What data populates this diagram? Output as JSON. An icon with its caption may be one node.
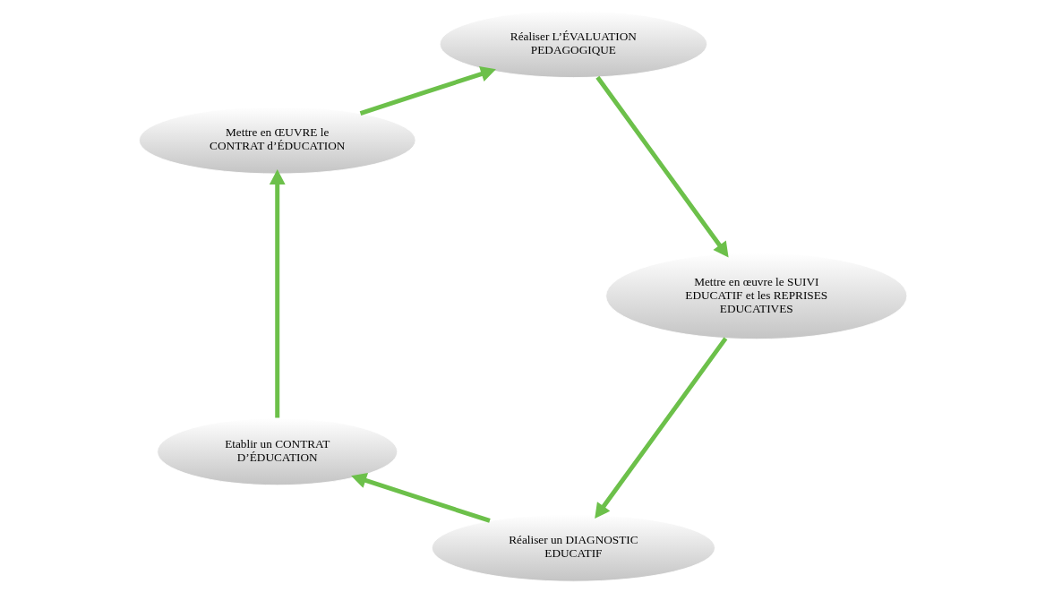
{
  "diagram": {
    "nodes": [
      {
        "text": [
          "Réaliser un DIAGNOSTIC EDUCATIF"
        ]
      },
      {
        "text": [
          "Etablir un CONTRAT D’ÉDUCATION"
        ]
      },
      {
        "text": [
          "Mettre en ŒUVRE le CONTRAT d’ÉDUCATION"
        ]
      },
      {
        "text": [
          "Réaliser L’ÉVALUATION PEDAGOGIQUE"
        ]
      },
      {
        "text": [
          "Mettre en œuvre le SUIVI EDUCATIF et les REPRISES EDUCATIVES"
        ]
      }
    ],
    "edges": [
      {
        "from": 0,
        "to": 1,
        "arrow": "to"
      },
      {
        "from": 1,
        "to": 2,
        "arrow": "to"
      },
      {
        "from": 2,
        "to": 3,
        "arrow": "to"
      },
      {
        "from": 3,
        "to": 4,
        "arrow": "to"
      },
      {
        "from": 4,
        "to": 0,
        "arrow": "to"
      }
    ]
  }
}
